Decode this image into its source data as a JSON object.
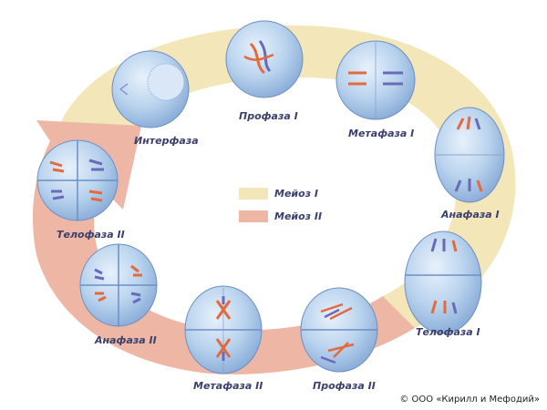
{
  "stages": [
    {
      "id": "interphase",
      "label": "Интерфаза"
    },
    {
      "id": "prophase1",
      "label": "Профаза I"
    },
    {
      "id": "metaphase1",
      "label": "Метафаза I"
    },
    {
      "id": "anaphase1",
      "label": "Анафаза I"
    },
    {
      "id": "telophase1",
      "label": "Телофаза I"
    },
    {
      "id": "prophase2",
      "label": "Профаза II"
    },
    {
      "id": "metaphase2",
      "label": "Метафаза II"
    },
    {
      "id": "anaphase2",
      "label": "Анафаза II"
    },
    {
      "id": "telophase2",
      "label": "Телофаза II"
    }
  ],
  "legend": [
    {
      "label": "Мейоз I",
      "color": "#f3e6b8"
    },
    {
      "label": "Мейоз II",
      "color": "#eeb7a5"
    }
  ],
  "copyright": "© ООО «Кирилл и Мефодий»",
  "colors": {
    "cell_fill": "#b9d3ee",
    "cell_edge": "#6c8fc4",
    "chromosome_red": "#e46a3c",
    "chromosome_blue": "#6a6ab8"
  }
}
